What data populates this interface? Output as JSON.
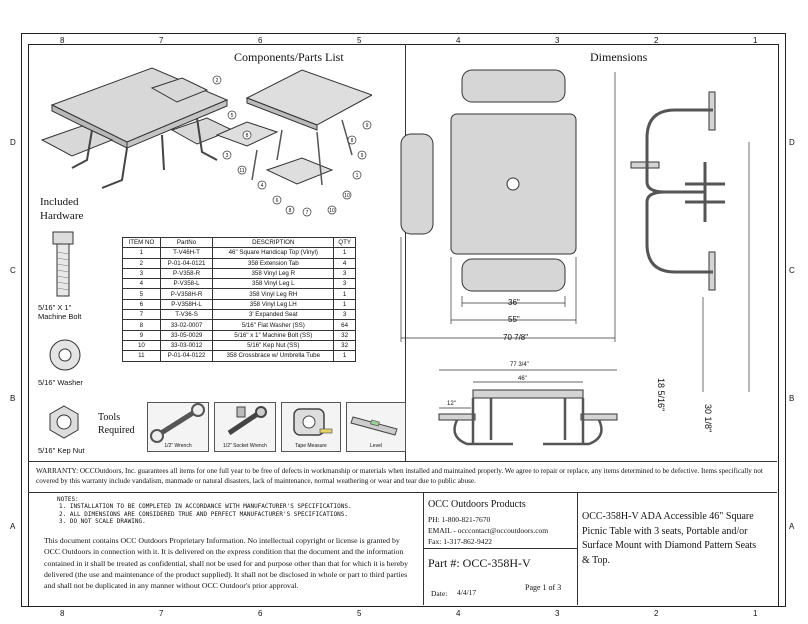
{
  "border": {
    "top_zones": [
      "8",
      "7",
      "6",
      "5",
      "4",
      "3",
      "2",
      "1"
    ],
    "bottom_zones": [
      "8",
      "7",
      "6",
      "5",
      "4",
      "3",
      "2",
      "1"
    ],
    "side_zones": [
      "D",
      "C",
      "B",
      "A"
    ]
  },
  "components": {
    "title": "Components/Parts List",
    "balloons": [
      "2",
      "5",
      "8",
      "3",
      "11",
      "4",
      "6",
      "8",
      "7",
      "10",
      "10",
      "1",
      "9",
      "8",
      "9"
    ]
  },
  "dimensions": {
    "title": "Dimensions",
    "width_36": "36\"",
    "width_55": "55\"",
    "width_70": "70 7/8\"",
    "top_77": "77 3/4\"",
    "top_46": "46\"",
    "seat_12": "12\"",
    "height_18": "18 5/16\"",
    "height_30": "30 1/8\""
  },
  "hardware": {
    "title": "Included Hardware",
    "bolt": "5/16\" X 1\" Machine Bolt",
    "washer": "5/16\" Washer",
    "nut": "5/16\" Kep Nut"
  },
  "tools": {
    "title": "Tools Required",
    "items": [
      "1/2\" Wrench",
      "1/2\" Socket Wrench",
      "Tape Measure",
      "Level"
    ]
  },
  "parts_table": {
    "headers": [
      "ITEM NO",
      "PartNo",
      "DESCRIPTION",
      "QTY"
    ],
    "rows": [
      [
        "1",
        "T-V46H-T",
        "46\" Square Handicap Top (Vinyl)",
        "1"
      ],
      [
        "2",
        "P-01-04-0121",
        "358 Extension Tab",
        "4"
      ],
      [
        "3",
        "P-V358-R",
        "358 Vinyl Leg R",
        "3"
      ],
      [
        "4",
        "P-V358-L",
        "358 Vinyl Leg L",
        "3"
      ],
      [
        "5",
        "P-V358H-R",
        "358 Vinyl Leg RH",
        "1"
      ],
      [
        "6",
        "P-V358H-L",
        "358 Vinyl Leg LH",
        "1"
      ],
      [
        "7",
        "T-V36-S",
        "3' Expanded Seat",
        "3"
      ],
      [
        "8",
        "33-02-0007",
        "5/16\" Flat Washer (SS)",
        "64"
      ],
      [
        "9",
        "33-05-0029",
        "5/16\" x 1\" Machine Bolt (SS)",
        "32"
      ],
      [
        "10",
        "33-03-0012",
        "5/16\" Kep Nut (SS)",
        "32"
      ],
      [
        "11",
        "P-01-04-0122",
        "358 Crossbrace w/ Umbrella Tube",
        "1"
      ]
    ]
  },
  "warranty": {
    "text": "WARRANTY: OCCOutdoors, Inc. guarantees all items for one full year to be free of defects in workmanship or materials when installed and maintained properly. We agree to repair or replace, any items determined to be defective. Items specifically not covered by this warranty include vandalism, manmade or natural disasters, lack of maintenance, normal weathering or wear and tear due to public abuse."
  },
  "notes": {
    "title": "NOTES:",
    "lines": [
      "1. INSTALLATION TO BE COMPLETED IN ACCORDANCE WITH MANUFACTURER'S SPECIFICATIONS.",
      "2. ALL DIMENSIONS ARE CONSIDERED TRUE AND PERFECT MANUFACTURER'S SPECIFICATIONS.",
      "3. DO NOT SCALE DRAWING."
    ]
  },
  "proprietary": {
    "text": "This document contains OCC Outdoors Proprietary Information. No intellectual copyright or license is granted by OCC Outdoors in connection with it. It is delivered on the express condition that the document and the information contained in it shall be treated as confidential, shall not be used for and purpose other than that for which it is hereby delivered (the use and maintenance of the product supplied). It shall not be disclosed in whole or part to third parties and shall not be duplicated in any manner without OCC Outdoor's prior approval."
  },
  "company": {
    "name": "OCC Outdoors Products",
    "phone": "PH: 1-800-821-7670",
    "email": "EMAIL - occcontact@occoutdoors.com",
    "fax": "Fax:  1-317-862-9422",
    "part": "Part #: OCC-358H-V",
    "date_label": "Date:",
    "date": "4/4/17",
    "page": "Page 1 of 3"
  },
  "product": {
    "description": "OCC-358H-V ADA Accessible 46\" Square Picnic Table with 3 seats, Portable and/or Surface Mount with Diamond Pattern Seats & Top."
  }
}
